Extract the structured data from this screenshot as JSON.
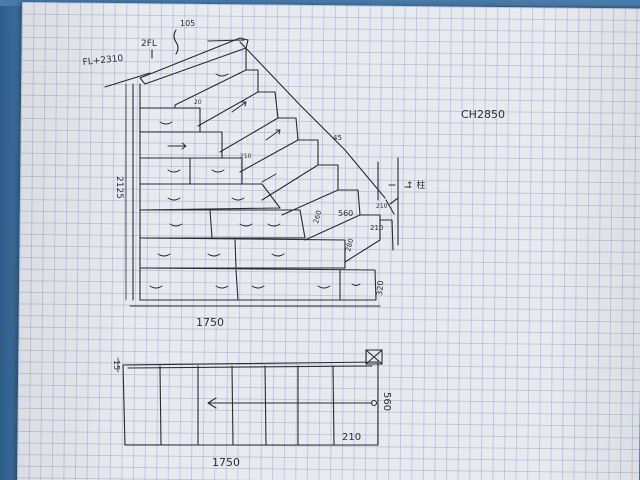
{
  "photo": {
    "subject": "Hand-drawn sketch of stair-step storage on graph paper"
  },
  "annotations": {
    "floor_level": "FL+2310",
    "floor_name": "2FL",
    "top_width": "105",
    "ceiling_height": "CH2850",
    "total_height": "2125",
    "total_width_elevation": "1750",
    "total_width_plan": "1750",
    "plan_depth": "560",
    "plan_step_width": "210",
    "plan_edge": "15",
    "step_width": "210",
    "riser_260": "260",
    "riser_280": "280",
    "tread_560": "560",
    "bottom_riser": "320",
    "angle_label": "45",
    "post_label": "↑ 柱",
    "small_20": "20"
  }
}
